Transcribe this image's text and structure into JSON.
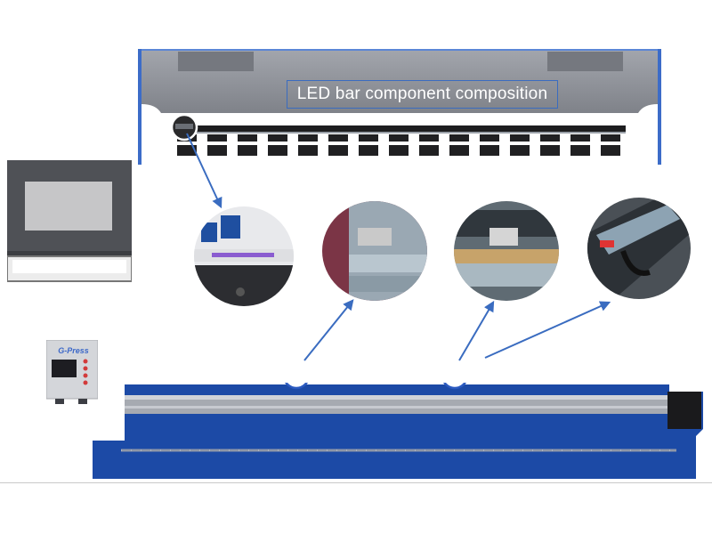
{
  "diagram": {
    "title": "LED bar component composition",
    "controller_brand": "G-Press",
    "colors": {
      "accent_blue": "#3a6cc0",
      "bar_blue": "#1c4aa6",
      "beam_gray": "#8e9198",
      "led_purple": "#8a5cd0"
    },
    "callouts": [
      {
        "name": "led-strip-close-up",
        "icon": "led-light-strip"
      },
      {
        "name": "sensor-mount-close-up-1",
        "icon": "sensor-bracket"
      },
      {
        "name": "sensor-mount-close-up-2",
        "icon": "sensor-bracket"
      },
      {
        "name": "cable-end-close-up",
        "icon": "cable-end"
      }
    ]
  }
}
